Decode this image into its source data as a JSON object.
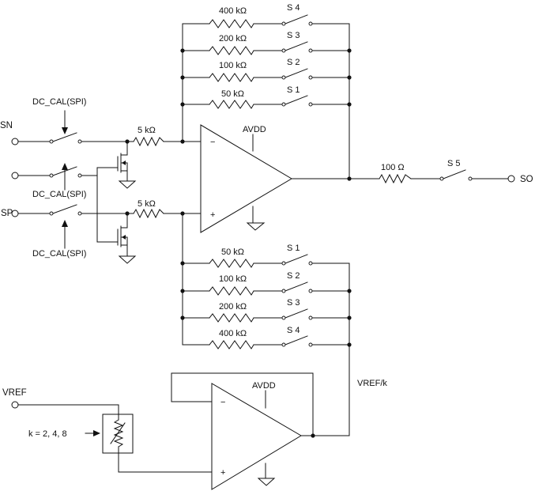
{
  "terminals": {
    "sn": "SN",
    "sp": "SP",
    "so": "SO",
    "vref": "VREF"
  },
  "control": {
    "dc_cal": "DC_CAL(SPI)"
  },
  "amplifiers": {
    "supply": "AVDD",
    "minus": "−",
    "plus": "+",
    "buf_minus": "−",
    "buf_plus": "+"
  },
  "resistors": {
    "input": "5 kΩ",
    "output": "100 Ω",
    "ladder_top": [
      "400 kΩ",
      "200 kΩ",
      "100 kΩ",
      "50 kΩ"
    ],
    "ladder_bottom": [
      "50 kΩ",
      "100 kΩ",
      "200 kΩ",
      "400 kΩ"
    ]
  },
  "switches": {
    "ladder_top": [
      "S 4",
      "S 3",
      "S 2",
      "S 1"
    ],
    "ladder_bottom": [
      "S 1",
      "S 2",
      "S 3",
      "S 4"
    ],
    "output": "S 5"
  },
  "reference": {
    "divider_label": "k = 2, 4, 8",
    "node_label": "VREF/k"
  }
}
